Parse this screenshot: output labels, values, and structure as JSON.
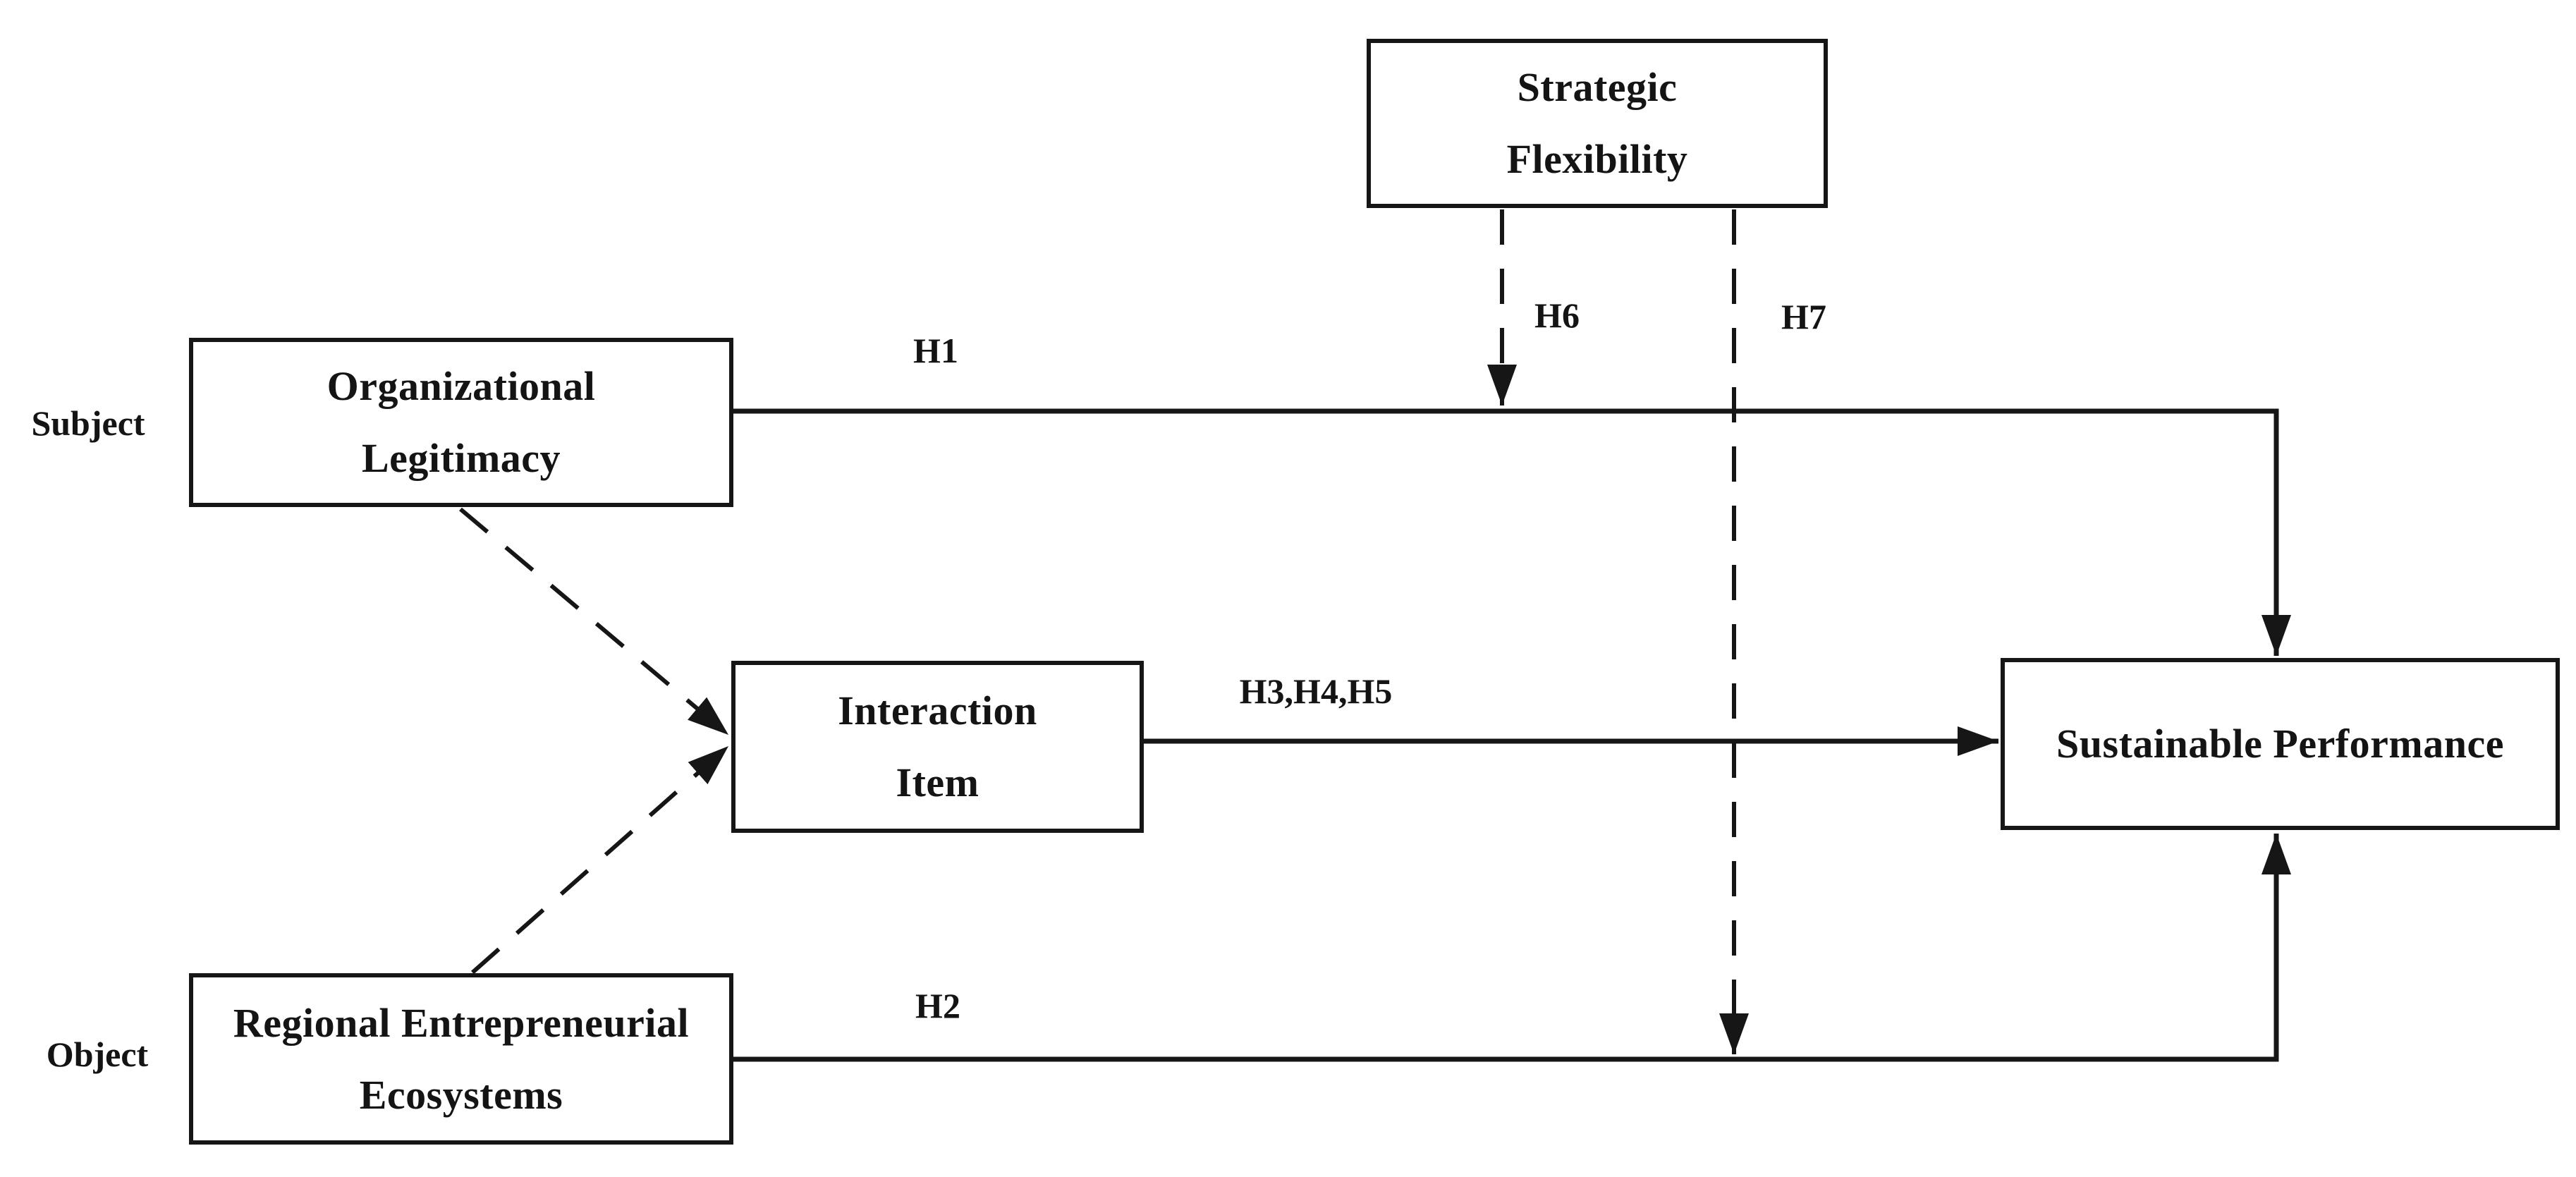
{
  "diagram": {
    "background_color": "#ffffff",
    "stroke_color": "#161616",
    "nodes": {
      "strategic_flexibility": {
        "line1": "Strategic",
        "line2": "Flexibility"
      },
      "organizational_legitimacy": {
        "line1": "Organizational",
        "line2": "Legitimacy"
      },
      "interaction_item": {
        "line1": "Interaction",
        "line2": "Item"
      },
      "regional_entrepreneurial_ecosystems": {
        "line1": "Regional Entrepreneurial",
        "line2": "Ecosystems"
      },
      "sustainable_performance": {
        "line1": "Sustainable Performance"
      }
    },
    "side_labels": {
      "subject": "Subject",
      "object": "Object"
    },
    "edge_labels": {
      "h1": "H1",
      "h2": "H2",
      "h3": "H3,H4,H5",
      "h6": "H6",
      "h7": "H7"
    }
  }
}
